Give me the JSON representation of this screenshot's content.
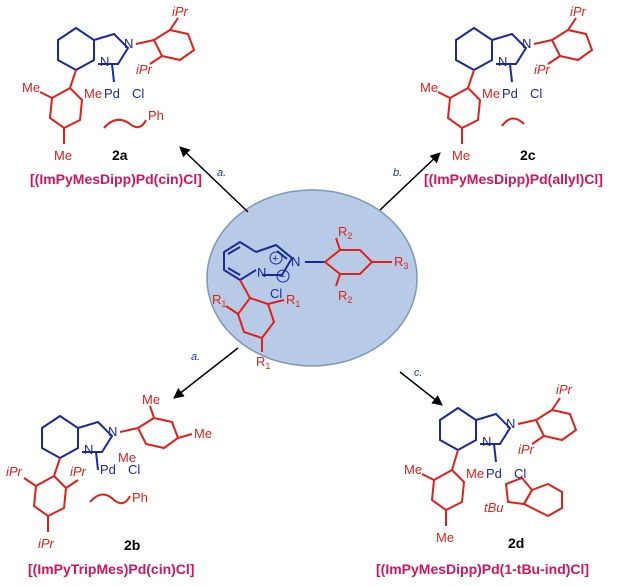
{
  "colors": {
    "core_blue": "#1a2a9a",
    "substituent_red": "#e0201a",
    "name_pink": "#d4145a",
    "ellipse_fill": "#b7cbe6",
    "ellipse_stroke": "#7c96b8"
  },
  "center": {
    "atoms": {
      "n_ring": "N",
      "n_cation": "N",
      "plus": "+",
      "minus": "−",
      "chloride": "Cl",
      "r1_left": "R",
      "r1_right": "R",
      "r1_bottom": "R",
      "r1_sub": "1",
      "r2_top": "R",
      "r2_bottom": "R",
      "r2_sub": "2",
      "r3": "R",
      "r3_sub": "3"
    }
  },
  "reactions": {
    "a_top": {
      "label": "a.",
      "compound_id": "2a",
      "name": "[(ImPyMesDipp)Pd(cin)Cl]"
    },
    "b": {
      "label": "b.",
      "compound_id": "2c",
      "name": "[(ImPyMesDipp)Pd(allyl)Cl]"
    },
    "a_bottom": {
      "label": "a.",
      "compound_id": "2b",
      "name": "[(ImPyTripMes)Pd(cin)Cl]"
    },
    "c": {
      "label": "c.",
      "compound_id": "2d",
      "name": "[(ImPyMesDipp)Pd(1-tBu-ind)Cl]"
    }
  },
  "labels_2a": {
    "ipr_top": "iPr",
    "ipr_mid": "iPr",
    "n1": "N",
    "n2": "N",
    "pd": "Pd",
    "cl": "Cl",
    "me_pd": "Me",
    "me_ring": "Me",
    "me_para": "Me",
    "ph": "Ph"
  },
  "labels_2c": {
    "ipr_top": "iPr",
    "ipr_mid": "iPr",
    "n1": "N",
    "n2": "N",
    "pd": "Pd",
    "cl": "Cl",
    "me_pd": "Me",
    "me_ring": "Me",
    "me_para": "Me"
  },
  "labels_2b": {
    "me_top": "Me",
    "me_right": "Me",
    "me_pd": "Me",
    "n1": "N",
    "n2": "N",
    "pd": "Pd",
    "cl": "Cl",
    "ipr_left": "iPr",
    "ipr_right": "iPr",
    "ipr_para": "iPr",
    "ph": "Ph"
  },
  "labels_2d": {
    "ipr_top": "iPr",
    "ipr_mid": "iPr",
    "n1": "N",
    "n2": "N",
    "pd": "Pd",
    "cl": "Cl",
    "me_pd": "Me",
    "me_ring": "Me",
    "me_para": "Me",
    "tbu": "tBu"
  }
}
